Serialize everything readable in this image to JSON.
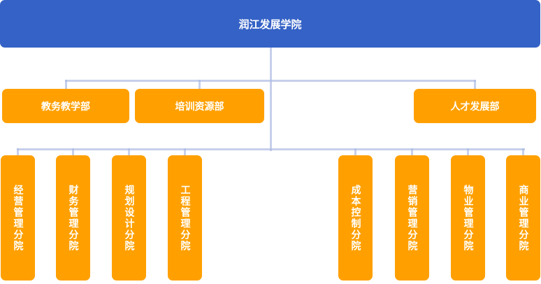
{
  "org_chart": {
    "root": {
      "label": "润江发展学院"
    },
    "departments": [
      {
        "label": "教务教学部"
      },
      {
        "label": "培训资源部"
      },
      {
        "label": "人才发展部"
      }
    ],
    "branches": [
      {
        "label": "经营管理分院"
      },
      {
        "label": "财务管理分院"
      },
      {
        "label": "规划设计分院"
      },
      {
        "label": "工程管理分院"
      },
      {
        "label": "成本控制分院"
      },
      {
        "label": "营销管理分院"
      },
      {
        "label": "物业管理分院"
      },
      {
        "label": "商业管理分院"
      }
    ]
  },
  "colors": {
    "root_node_bg": "#3562C6",
    "department_node_bg": "#FFA000",
    "connector_line": "rgba(169,183,226,0.65)",
    "node_text": "#FFFFFF",
    "page_background": "#FFFFFF"
  }
}
